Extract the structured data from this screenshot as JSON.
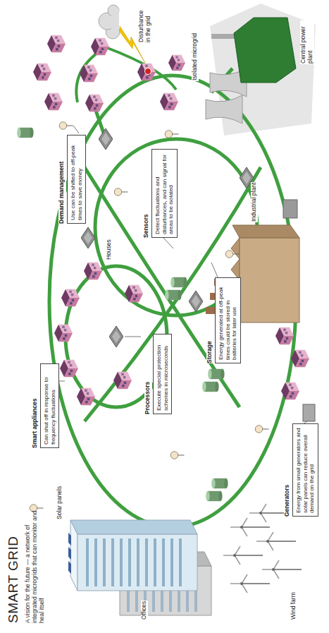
{
  "diagram": {
    "title": "SMART GRID",
    "caption": "A vision for the future — a network of integrated microgrids that can monitor and heal itself",
    "nodes": [
      {
        "text": [
          "Smart appliances",
          "Can shut off in response to frequency fluctuations"
        ]
      },
      {
        "text": [
          "Demand management",
          "Use can be shifted to off-peak times to save money"
        ]
      },
      {
        "text": [
          "Processors",
          "Execute special protection schemes in microseconds"
        ]
      },
      {
        "text": [
          "Sensors",
          "Detect fluctuations and disturbances, and can signal for areas to be isolated"
        ]
      },
      {
        "text": [
          "Storage",
          "Energy generated at off-peak times could be stored in batteries for later use"
        ]
      },
      {
        "text": [
          "Generators",
          "Energy from small generators and solar panels can reduce overall demand on the grid"
        ]
      }
    ],
    "labels": [
      "Solar panels",
      "Offices",
      "Houses",
      "Wind farm",
      "Industrial plant",
      "Isolated microgrid",
      "Central power plant",
      "Disturbance in the grid"
    ]
  }
}
